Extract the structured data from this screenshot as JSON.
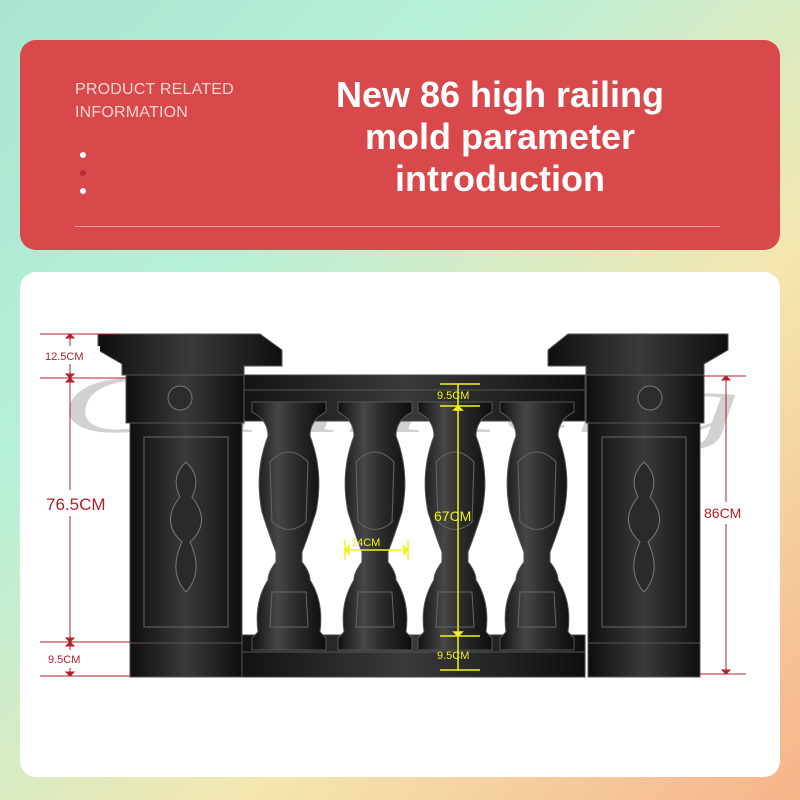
{
  "header": {
    "subtitle": "PRODUCT RELATED INFORMATION",
    "title_lines": [
      "New 86 high railing",
      "mold parameter",
      "introduction"
    ]
  },
  "watermark": "GuanTeng",
  "dimensions": {
    "left_top": "12.5CM",
    "left_middle": "76.5CM",
    "left_bottom": "9.5CM",
    "right_total": "86CM",
    "center_top": "9.5CM",
    "center_height": "67CM",
    "center_bottom": "9.5CM",
    "baluster_width": "14CM"
  },
  "colors": {
    "banner": "#d9484a",
    "dimension_red": "#b0202a",
    "dimension_yellow": "#f2f21a",
    "mold": "#1c1c1c"
  }
}
